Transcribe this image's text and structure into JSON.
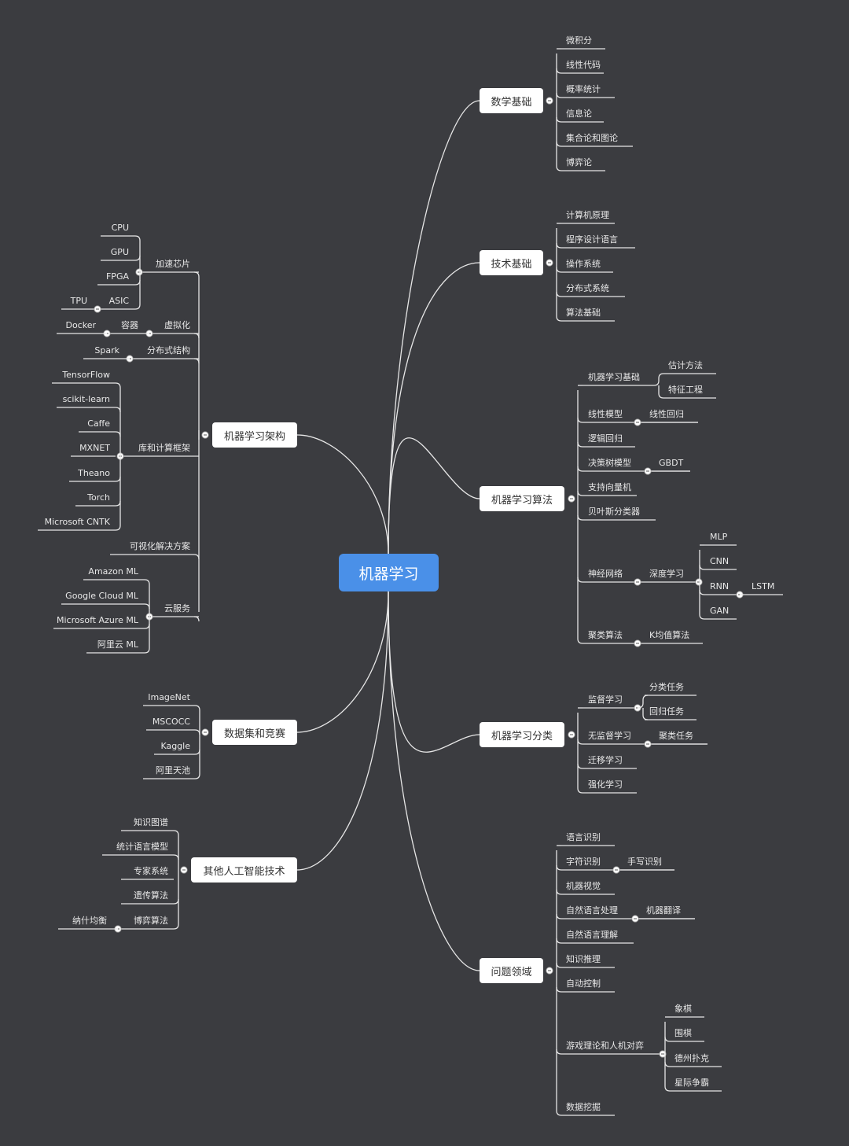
{
  "root": "机器学习",
  "branches": {
    "math": {
      "title": "数学基础",
      "items": [
        "微积分",
        "线性代码",
        "概率统计",
        "信息论",
        "集合论和图论",
        "博弈论"
      ]
    },
    "tech": {
      "title": "技术基础",
      "items": [
        "计算机原理",
        "程序设计语言",
        "操作系统",
        "分布式系统",
        "算法基础"
      ]
    },
    "algo": {
      "title": "机器学习算法",
      "basics": "机器学习基础",
      "estimate": "估计方法",
      "feature": "特征工程",
      "linear": "线性模型",
      "linreg": "线性回归",
      "logistic": "逻辑回归",
      "tree": "决策树模型",
      "gbdt": "GBDT",
      "svm": "支持向量机",
      "bayes": "贝叶斯分类器",
      "nn": "神经网络",
      "deep": "深度学习",
      "mlp": "MLP",
      "cnn": "CNN",
      "rnn": "RNN",
      "lstm": "LSTM",
      "gan": "GAN",
      "cluster": "聚类算法",
      "kmeans": "K均值算法"
    },
    "class": {
      "title": "机器学习分类",
      "supervised": "监督学习",
      "clsTask": "分类任务",
      "regTask": "回归任务",
      "unsupervised": "无监督学习",
      "clusterTask": "聚类任务",
      "transfer": "迁移学习",
      "rl": "强化学习"
    },
    "domain": {
      "title": "问题领域",
      "speech": "语言识别",
      "char": "字符识别",
      "hand": "手写识别",
      "cv": "机器视觉",
      "nlp": "自然语言处理",
      "mt": "机器翻译",
      "nlu": "自然语言理解",
      "kr": "知识推理",
      "auto": "自动控制",
      "game": "游戏理论和人机对弈",
      "chess": "象棋",
      "go": "围棋",
      "poker": "德州扑克",
      "sc": "星际争霸",
      "dm": "数据挖掘"
    },
    "arch": {
      "title": "机器学习架构",
      "chip": "加速芯片",
      "cpu": "CPU",
      "gpu": "GPU",
      "fpga": "FPGA",
      "asic": "ASIC",
      "tpu": "TPU",
      "virt": "虚拟化",
      "container": "容器",
      "docker": "Docker",
      "dist": "分布式结构",
      "spark": "Spark",
      "lib": "库和计算框架",
      "libs": [
        "TensorFlow",
        "scikit-learn",
        "Caffe",
        "MXNET",
        "Theano",
        "Torch",
        "Microsoft CNTK"
      ],
      "vis": "可视化解决方案",
      "cloud": "云服务",
      "clouds": [
        "Amazon ML",
        "Google Cloud ML",
        "Microsoft Azure ML",
        "阿里云 ML"
      ]
    },
    "data": {
      "title": "数据集和竞赛",
      "items": [
        "ImageNet",
        "MSCOCC",
        "Kaggle",
        "阿里天池"
      ]
    },
    "other": {
      "title": "其他人工智能技术",
      "items": [
        "知识图谱",
        "统计语言模型",
        "专家系统",
        "遗传算法",
        "博弈算法"
      ],
      "nash": "纳什均衡"
    }
  }
}
